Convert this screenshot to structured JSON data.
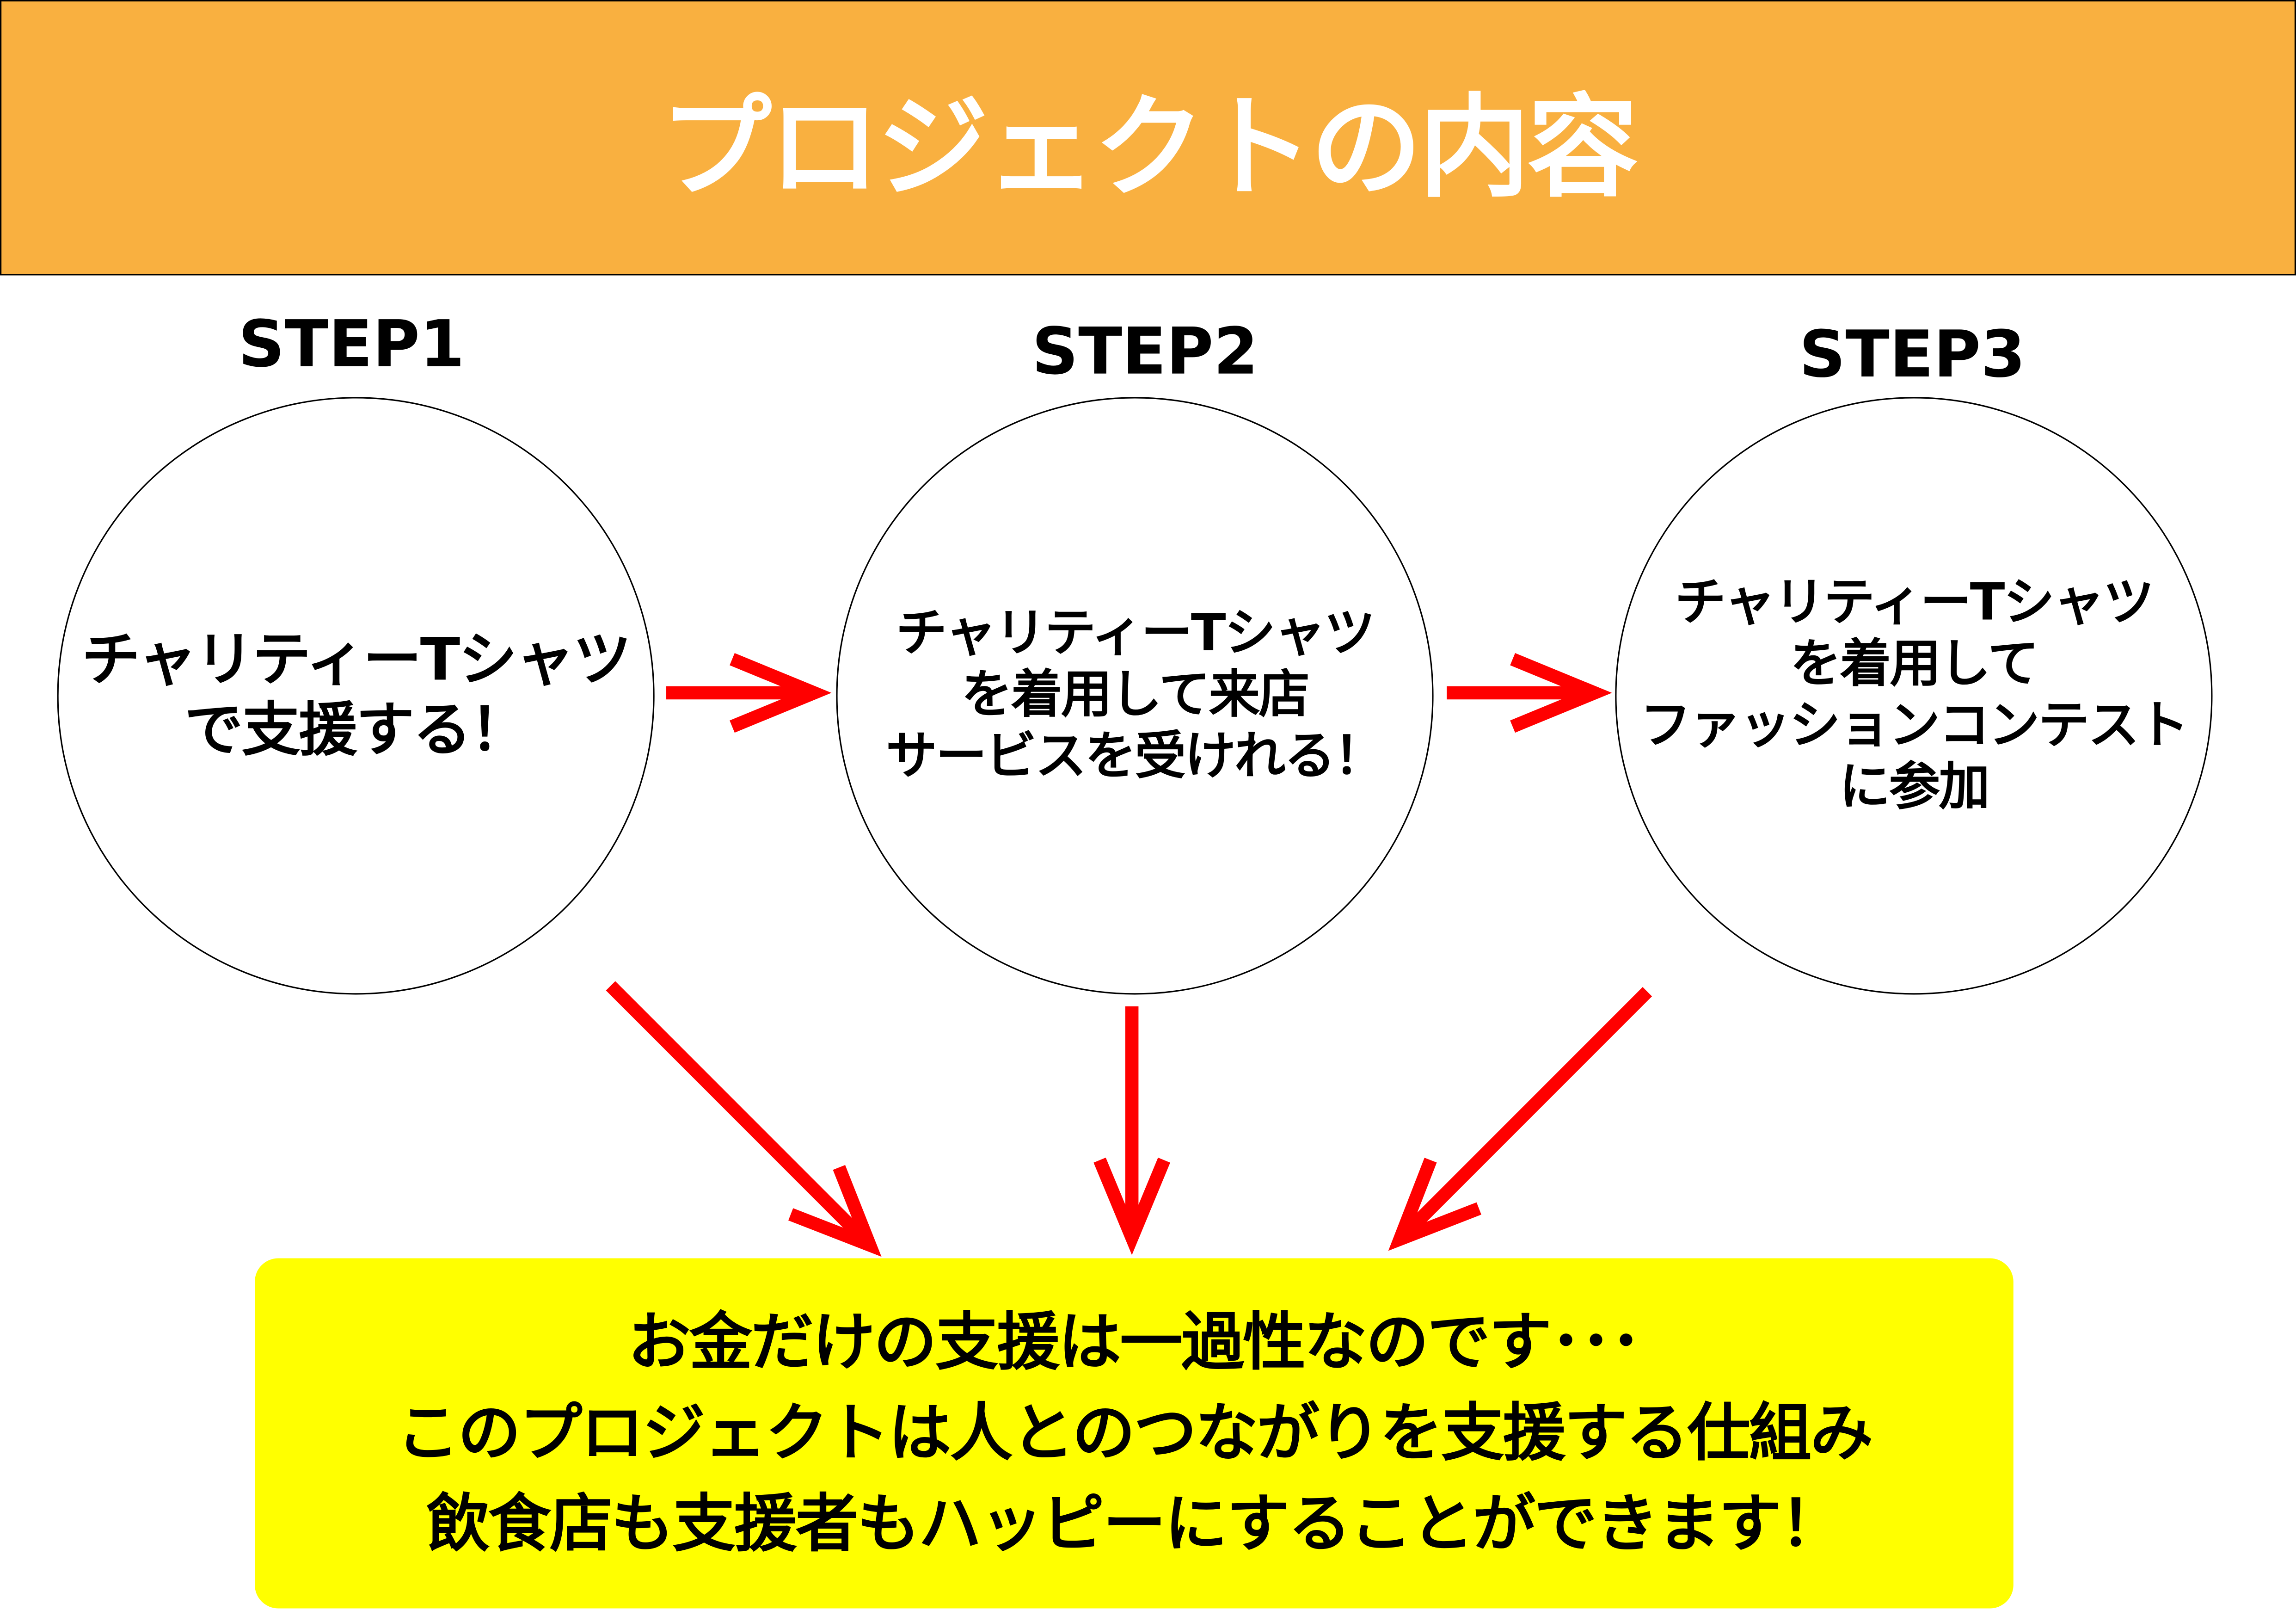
{
  "header": {
    "title": "プロジェクトの内容"
  },
  "steps": [
    {
      "label": "STEP1",
      "lines": [
        "チャリティーTシャツ",
        "で支援する！"
      ]
    },
    {
      "label": "STEP2",
      "lines": [
        "チャリティーTシャツ",
        "を着用して来店",
        "サービスを受けれる！"
      ]
    },
    {
      "label": "STEP3",
      "lines": [
        "チャリティーTシャツ",
        "を着用して",
        "ファッションコンテスト",
        "に参加"
      ]
    }
  ],
  "summary": {
    "lines": [
      "お金だけの支援は一過性なのです･･･",
      "このプロジェクトは人とのつながりを支援する仕組み",
      "飲食店も支援者もハッピーにすることができます！"
    ]
  },
  "colors": {
    "header": "#F9B040",
    "arrow": "#FF0000",
    "summary_bg": "#FFFF00"
  }
}
